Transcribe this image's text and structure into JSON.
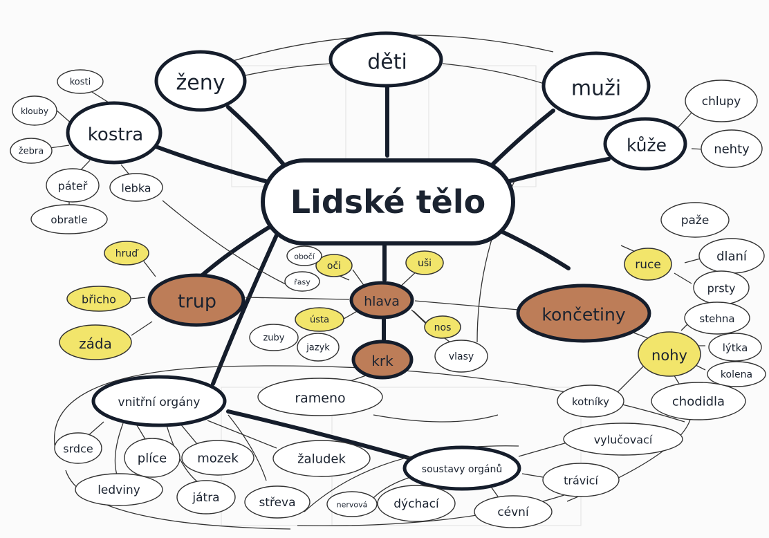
{
  "center": "Lidské tělo",
  "nodes": {
    "zeny": "ženy",
    "deti": "děti",
    "muzi": "muži",
    "kostra": "kostra",
    "kuze": "kůže",
    "trup": "trup",
    "hlava": "hlava",
    "krk": "krk",
    "koncetiny": "končetiny",
    "vnitrni": "vnitřní orgány",
    "soustavy": "soustavy orgánů",
    "kosti": "kosti",
    "klouby": "klouby",
    "zebra": "žebra",
    "pater": "páteř",
    "lebka": "lebka",
    "obratle": "obratle",
    "chlupy": "chlupy",
    "nehty": "nehty",
    "hrud": "hruď",
    "bricho": "břicho",
    "zada": "záda",
    "oboci": "obočí",
    "oci": "oči",
    "usi": "uši",
    "rasy": "řasy",
    "usta": "ústa",
    "nos": "nos",
    "zuby": "zuby",
    "jazyk": "jazyk",
    "vlasy": "vlasy",
    "rameno": "rameno",
    "ruce": "ruce",
    "paze": "paže",
    "dlan": "dlaní",
    "prsty": "prsty",
    "nohy": "nohy",
    "stehna": "stehna",
    "lytka": "lýtka",
    "kolena": "kolena",
    "kotniky": "kotníky",
    "chodidla": "chodidla",
    "srdce": "srdce",
    "plice": "plíce",
    "mozek": "mozek",
    "zaludek": "žaludek",
    "ledviny": "ledviny",
    "jatra": "játra",
    "streva": "střeva",
    "vylucovaci": "vylučovací",
    "travici": "trávicí",
    "nervova": "nervová",
    "dychaci": "dýchací",
    "cevni": "cévní"
  }
}
